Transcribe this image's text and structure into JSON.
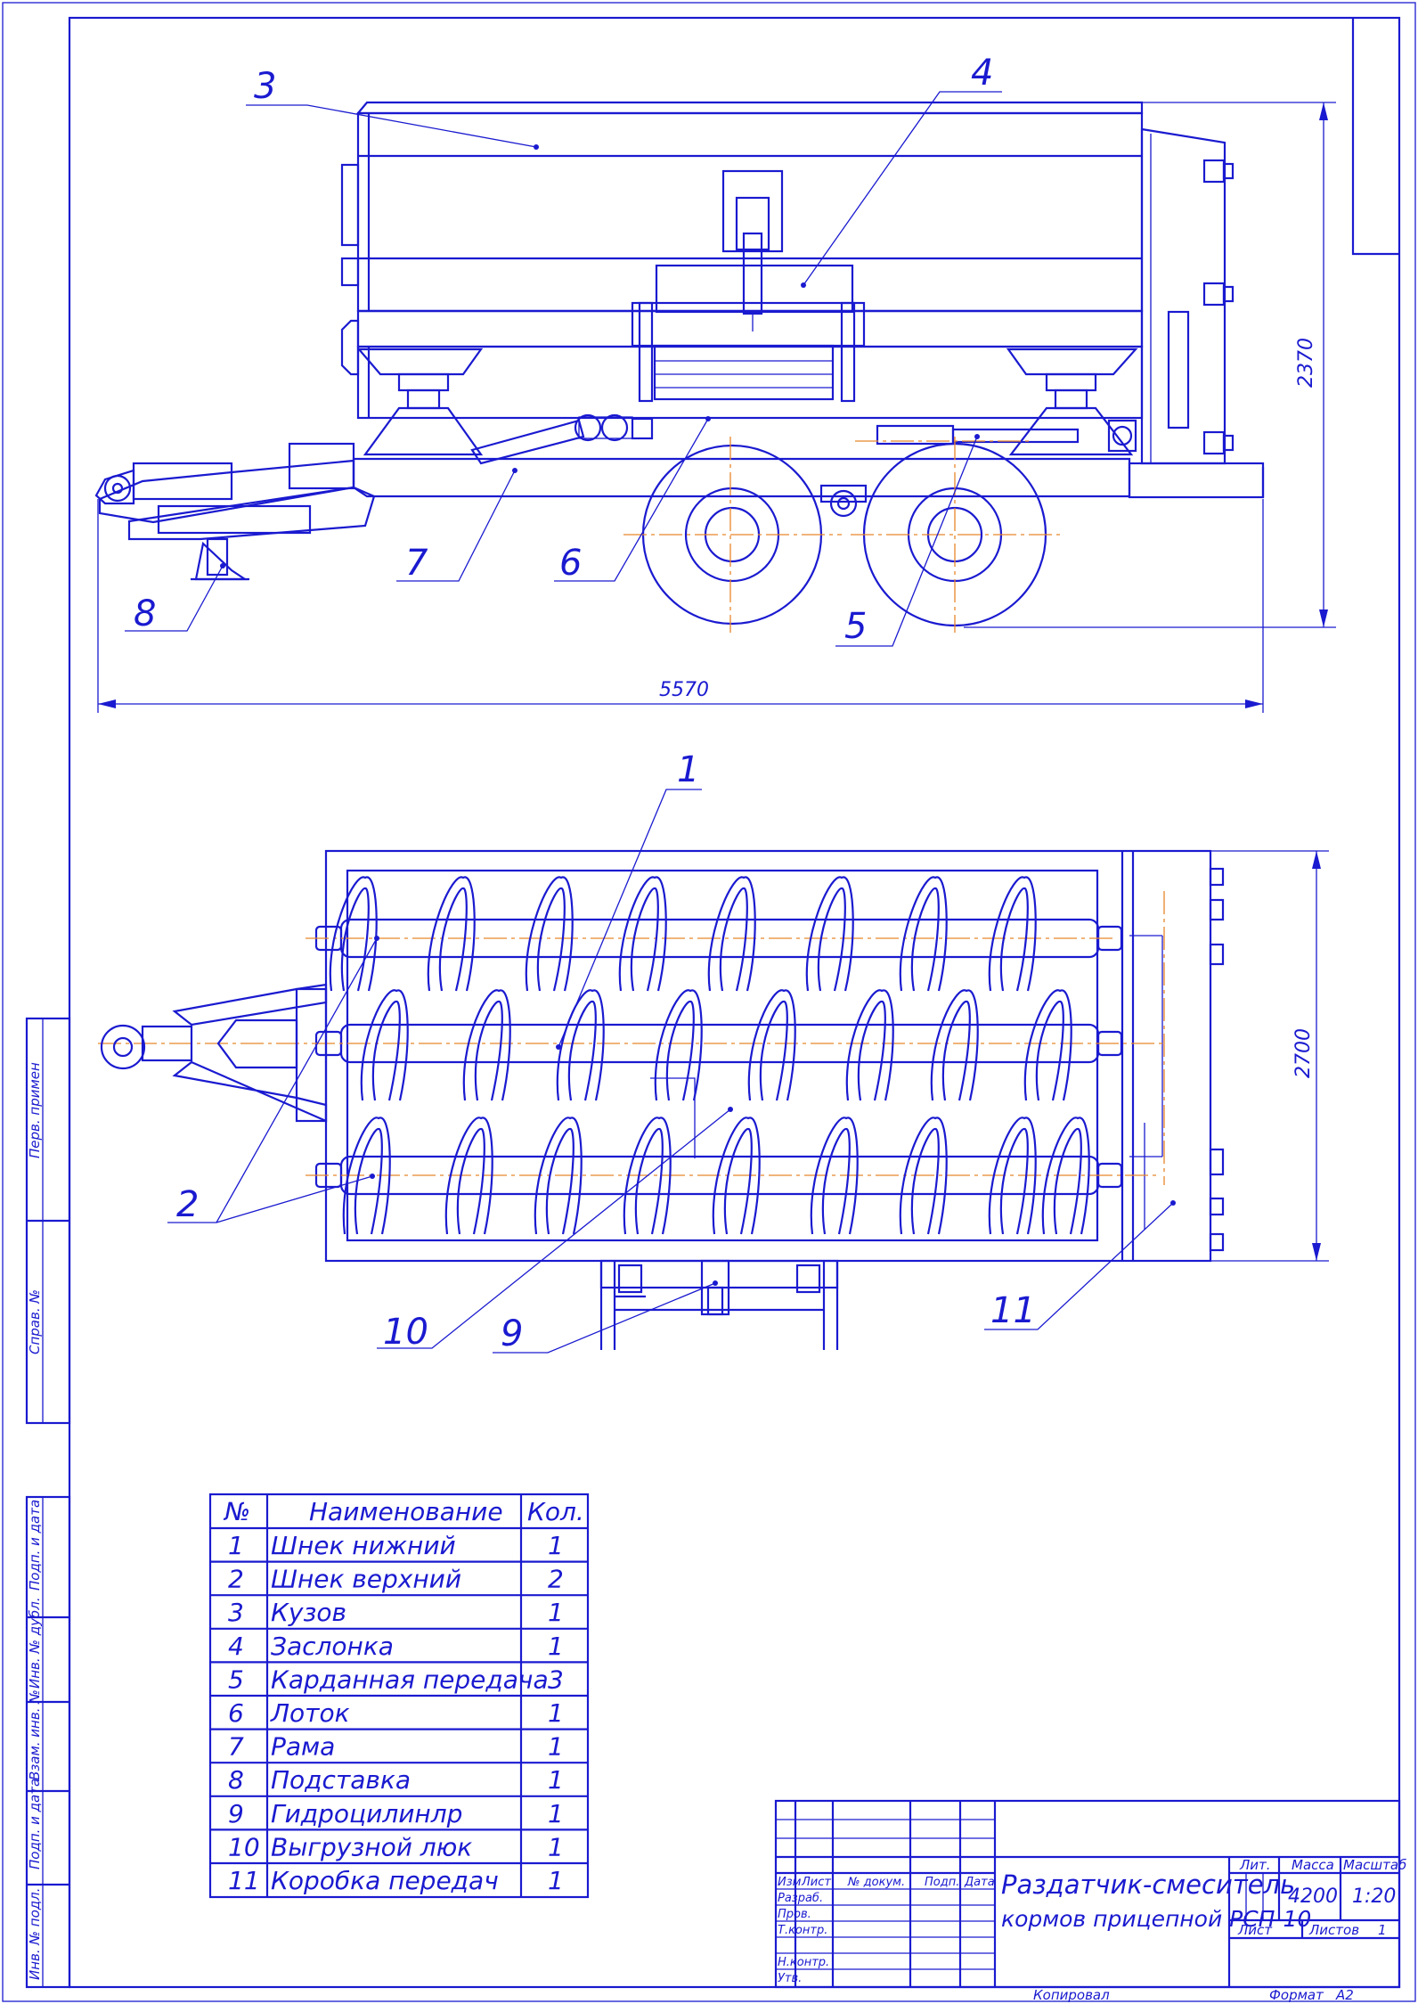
{
  "callouts": [
    "1",
    "2",
    "3",
    "4",
    "5",
    "6",
    "7",
    "8",
    "9",
    "10",
    "11"
  ],
  "dimensions": {
    "height": "2370",
    "length": "5570",
    "width": "2700"
  },
  "spec_table": {
    "headers": [
      "№",
      "Наименование",
      "Кол."
    ],
    "rows": [
      {
        "num": "1",
        "name": "Шнек нижний",
        "qty": "1"
      },
      {
        "num": "2",
        "name": "Шнек верхний",
        "qty": "2"
      },
      {
        "num": "3",
        "name": "Кузов",
        "qty": "1"
      },
      {
        "num": "4",
        "name": "Заслонка",
        "qty": "1"
      },
      {
        "num": "5",
        "name": "Карданная передача",
        "qty": "3"
      },
      {
        "num": "6",
        "name": "Лоток",
        "qty": "1"
      },
      {
        "num": "7",
        "name": "Рама",
        "qty": "1"
      },
      {
        "num": "8",
        "name": "Подставка",
        "qty": "1"
      },
      {
        "num": "9",
        "name": "Гидроцилинлр",
        "qty": "1"
      },
      {
        "num": "10",
        "name": "Выгрузной люк",
        "qty": "1"
      },
      {
        "num": "11",
        "name": "Коробка передач",
        "qty": "1"
      }
    ]
  },
  "side_stamp": [
    "Перв. примен",
    "Справ. №",
    "Подп. и дата",
    "Инв. № дубл.",
    "Взам. инв. №",
    "Подп. и дата",
    "Инв. № подл."
  ],
  "title_block": {
    "title_line1": "Раздатчик-смеситель",
    "title_line2": "кормов прицепной РСП-10",
    "col_headers": [
      "Изм",
      "Лист",
      "№ докум.",
      "Подп.",
      "Дата"
    ],
    "roles": [
      "Разраб.",
      "Пров.",
      "Т.контр.",
      "Н.контр.",
      "Утв."
    ],
    "lit_label": "Лит.",
    "mass_label": "Масса",
    "scale_label": "Масштаб",
    "mass": "4200",
    "scale": "1:20",
    "sheet_label": "Лист",
    "sheets_label": "Листов",
    "sheets": "1"
  },
  "footer": {
    "copied": "Копировал",
    "format_label": "Формат",
    "format": "А2"
  }
}
